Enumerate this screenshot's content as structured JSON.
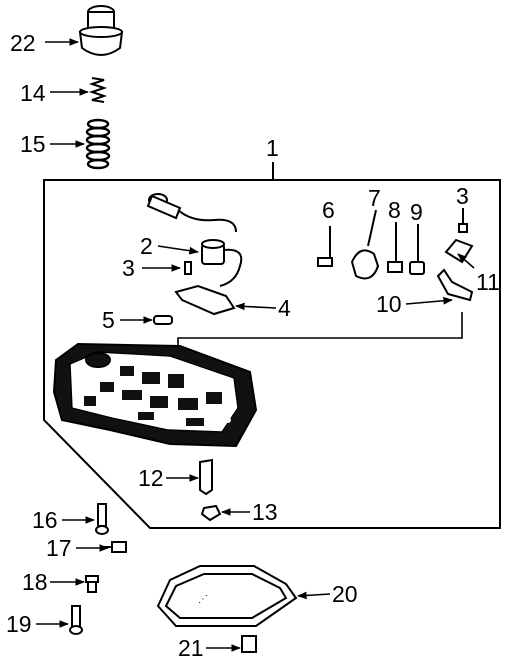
{
  "diagram": {
    "labels": {
      "n1": "1",
      "n2": "2",
      "n3a": "3",
      "n3b": "3",
      "n4": "4",
      "n5": "5",
      "n6": "6",
      "n7": "7",
      "n8": "8",
      "n9": "9",
      "n10": "10",
      "n11": "11",
      "n12": "12",
      "n13": "13",
      "n14": "14",
      "n15": "15",
      "n16": "16",
      "n17": "17",
      "n18": "18",
      "n19": "19",
      "n20": "20",
      "n21": "21",
      "n22": "22"
    }
  }
}
